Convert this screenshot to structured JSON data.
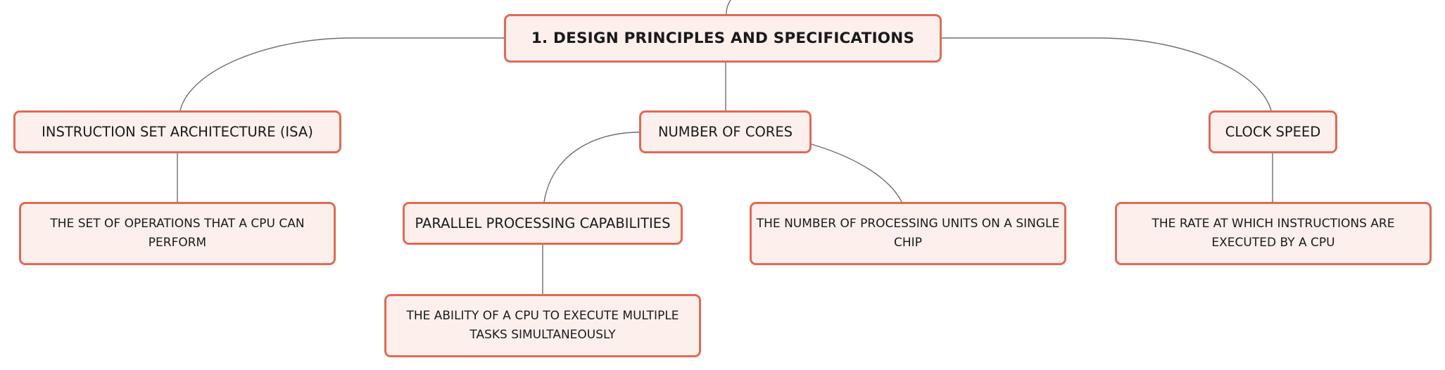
{
  "diagram": {
    "root": {
      "label": "1. DESIGN PRINCIPLES AND SPECIFICATIONS"
    },
    "isa": {
      "label": "INSTRUCTION SET ARCHITECTURE (ISA)",
      "detail": "THE SET OF OPERATIONS THAT A CPU CAN PERFORM"
    },
    "cores": {
      "label": "NUMBER OF CORES",
      "detail": "THE NUMBER OF PROCESSING UNITS ON A SINGLE CHIP",
      "parallel": {
        "label": "PARALLEL PROCESSING CAPABILITIES",
        "detail": "THE ABILITY OF A CPU TO EXECUTE MULTIPLE TASKS SIMULTANEOUSLY"
      }
    },
    "clock": {
      "label": "CLOCK SPEED",
      "detail": "THE RATE AT WHICH INSTRUCTIONS ARE EXECUTED BY A CPU"
    },
    "colors": {
      "node_fill": "#fdf0ec",
      "node_border": "#e06a55",
      "connector": "#6e6e6e",
      "text": "#1a1a1a"
    }
  }
}
